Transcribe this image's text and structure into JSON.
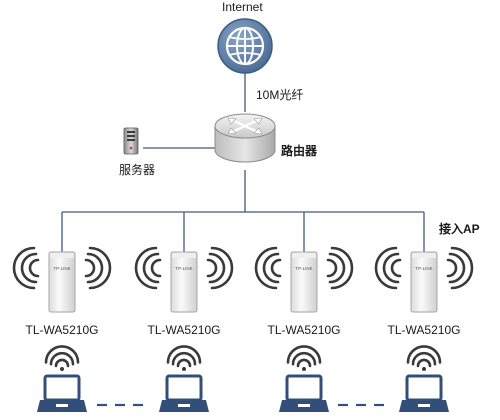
{
  "labels": {
    "internet": "Internet",
    "uplink": "10M光纤",
    "router": "路由器",
    "server": "服务器",
    "access_ap": "接入AP"
  },
  "aps": [
    {
      "model": "TL-WA5210G",
      "logo": "TP-LINK"
    },
    {
      "model": "TL-WA5210G",
      "logo": "TP-LINK"
    },
    {
      "model": "TL-WA5210G",
      "logo": "TP-LINK"
    },
    {
      "model": "TL-WA5210G",
      "logo": "TP-LINK"
    }
  ],
  "colors": {
    "globe": "#5f7ea6",
    "line": "#3e5a78",
    "laptop": "#344e7a",
    "wifi": "#3a3a3a"
  },
  "icons": [
    "globe-icon",
    "router-icon",
    "server-icon",
    "ap-device-icon",
    "wifi-icon",
    "laptop-icon"
  ]
}
